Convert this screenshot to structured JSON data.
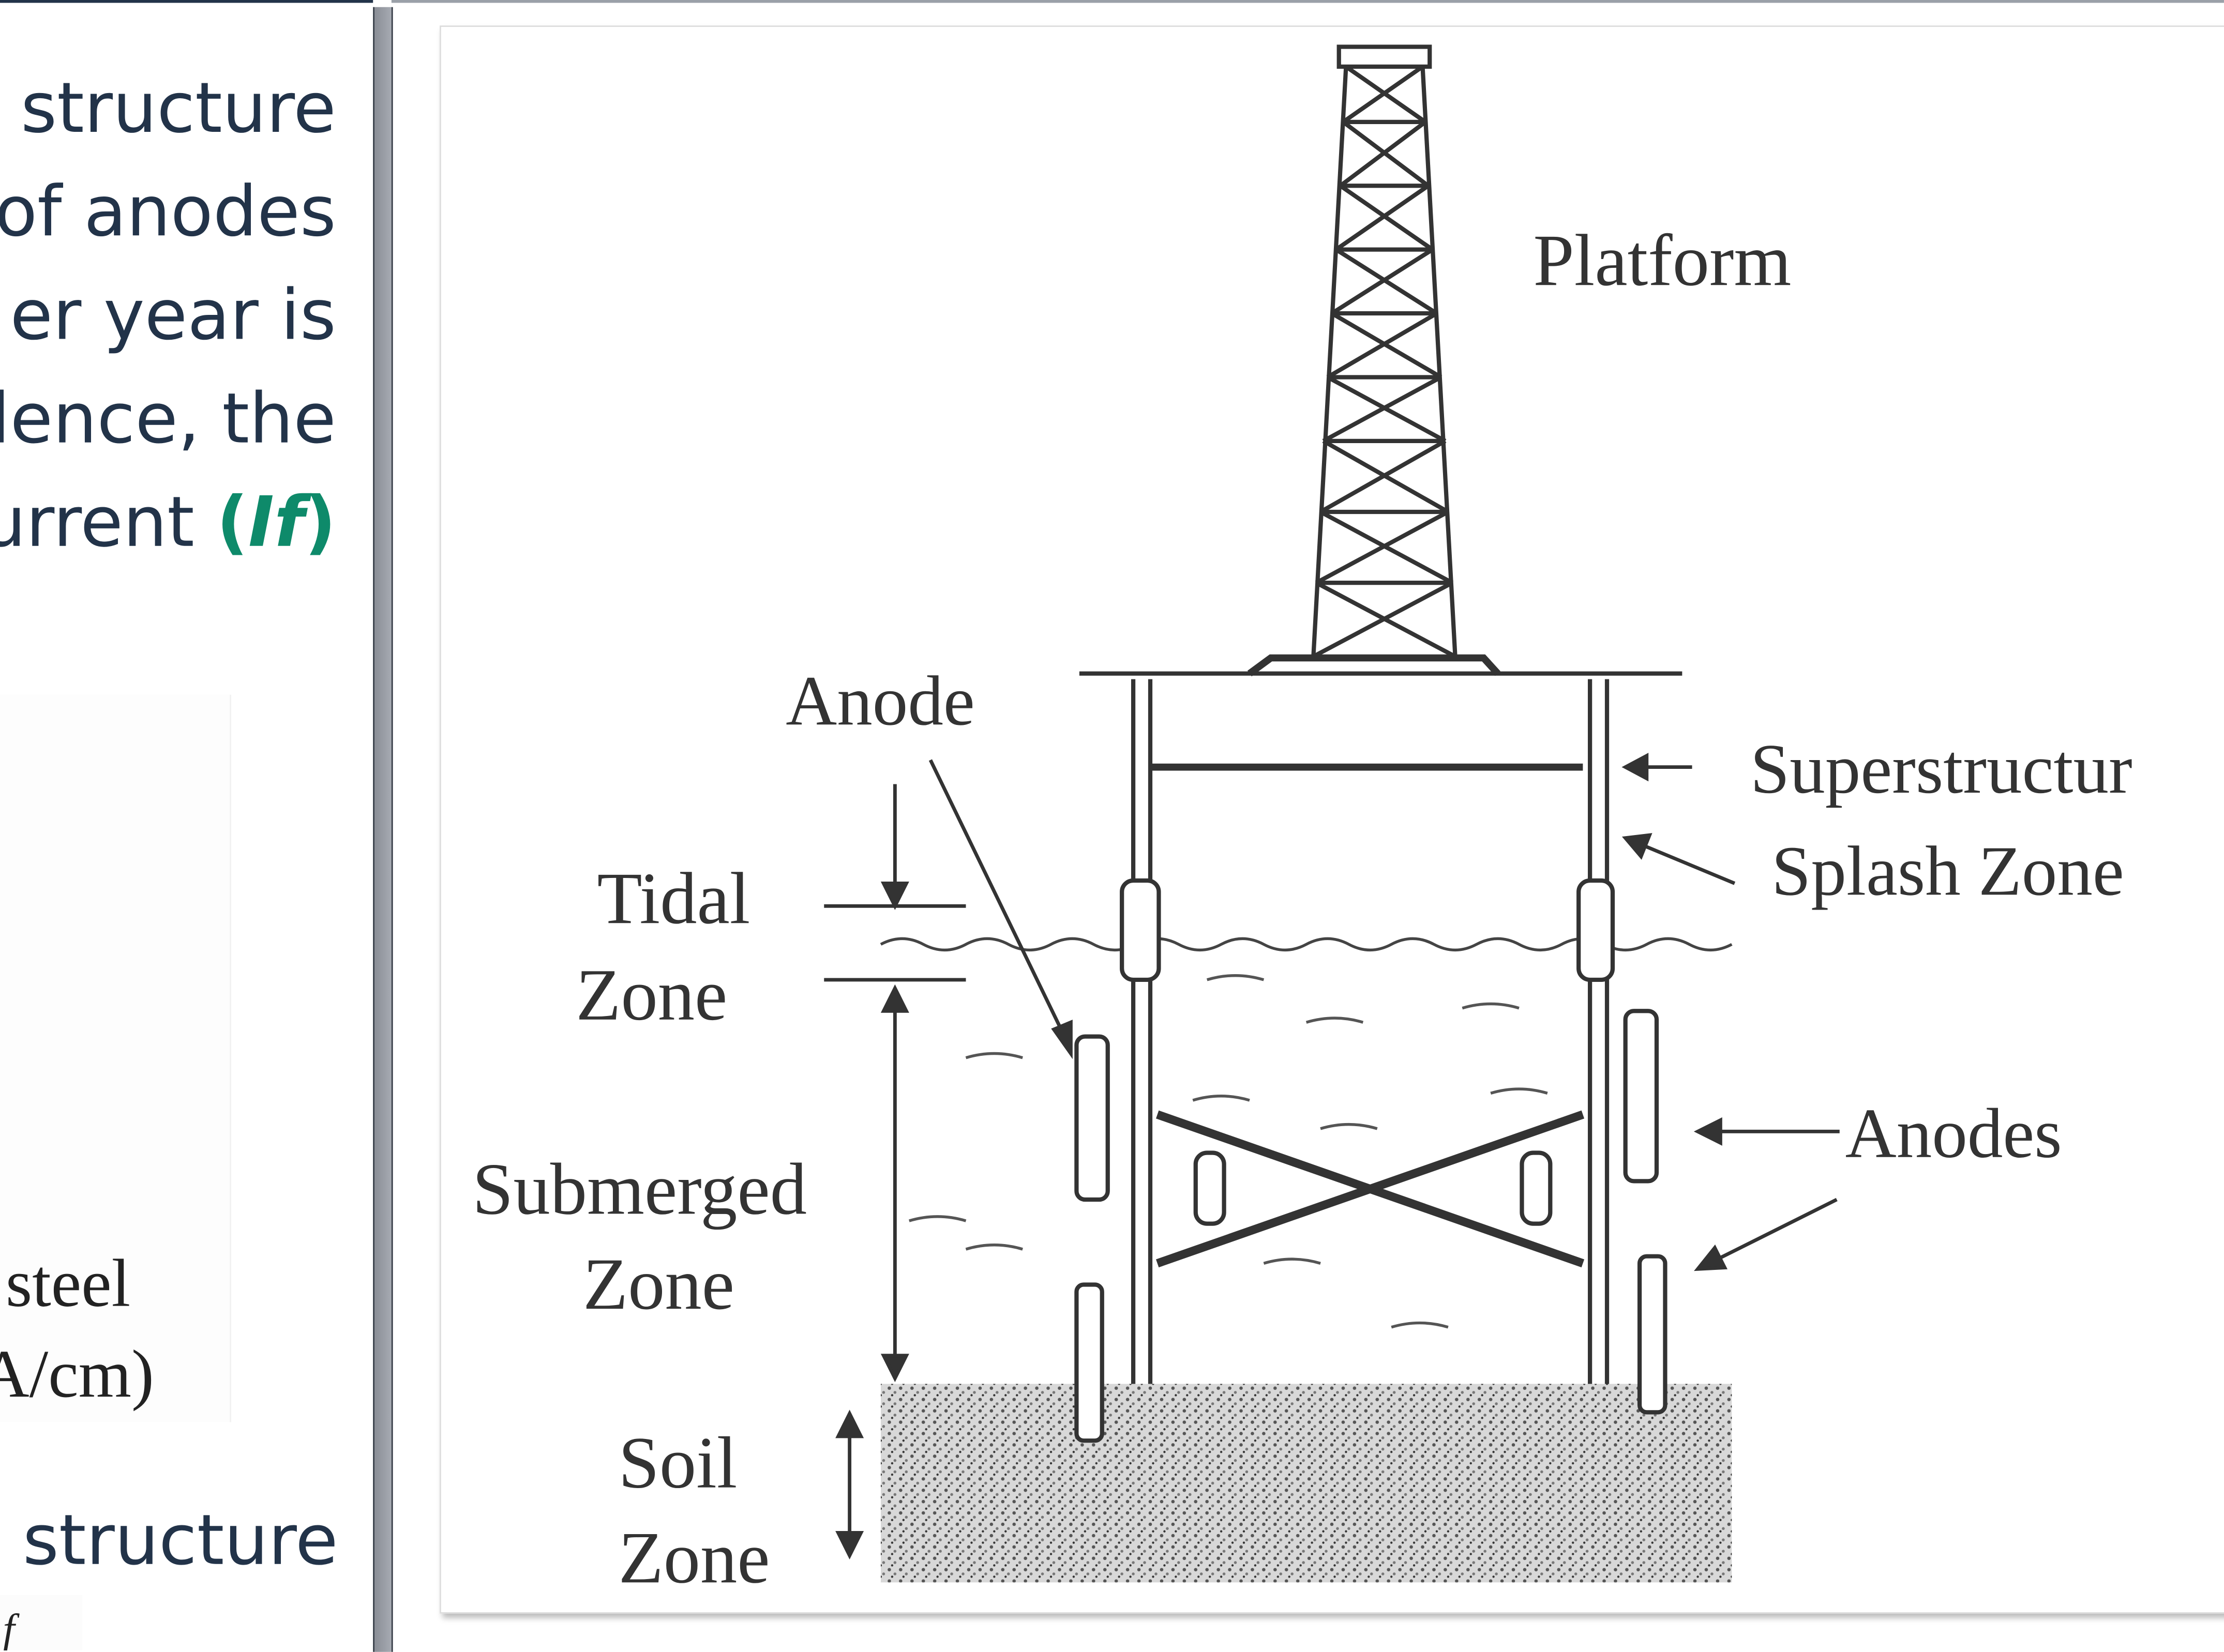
{
  "slide": {
    "body_lines": [
      "structure",
      "of anodes",
      "er  year  is",
      "lence, the",
      "urrent "
    ],
    "accent_open": "(",
    "accent_symbol": "If",
    "accent_close": ")",
    "accent_color": "#0e8a6a",
    "text_color": "#223349",
    "bottom_line": "structure",
    "fragment": "f"
  },
  "left_image": {
    "line1": "steel",
    "line2": "A/cm)"
  },
  "figure": {
    "labels": {
      "platform": "Platform",
      "anode": "Anode",
      "superstructure": "Superstructur",
      "splash_zone": "Splash Zone",
      "tidal": "Tidal",
      "tidal_zone": "Zone",
      "submerged": "Submerged",
      "submerged_zone": "Zone",
      "anodes": "Anodes",
      "soil": "Soil",
      "soil_zone": "Zone"
    }
  }
}
